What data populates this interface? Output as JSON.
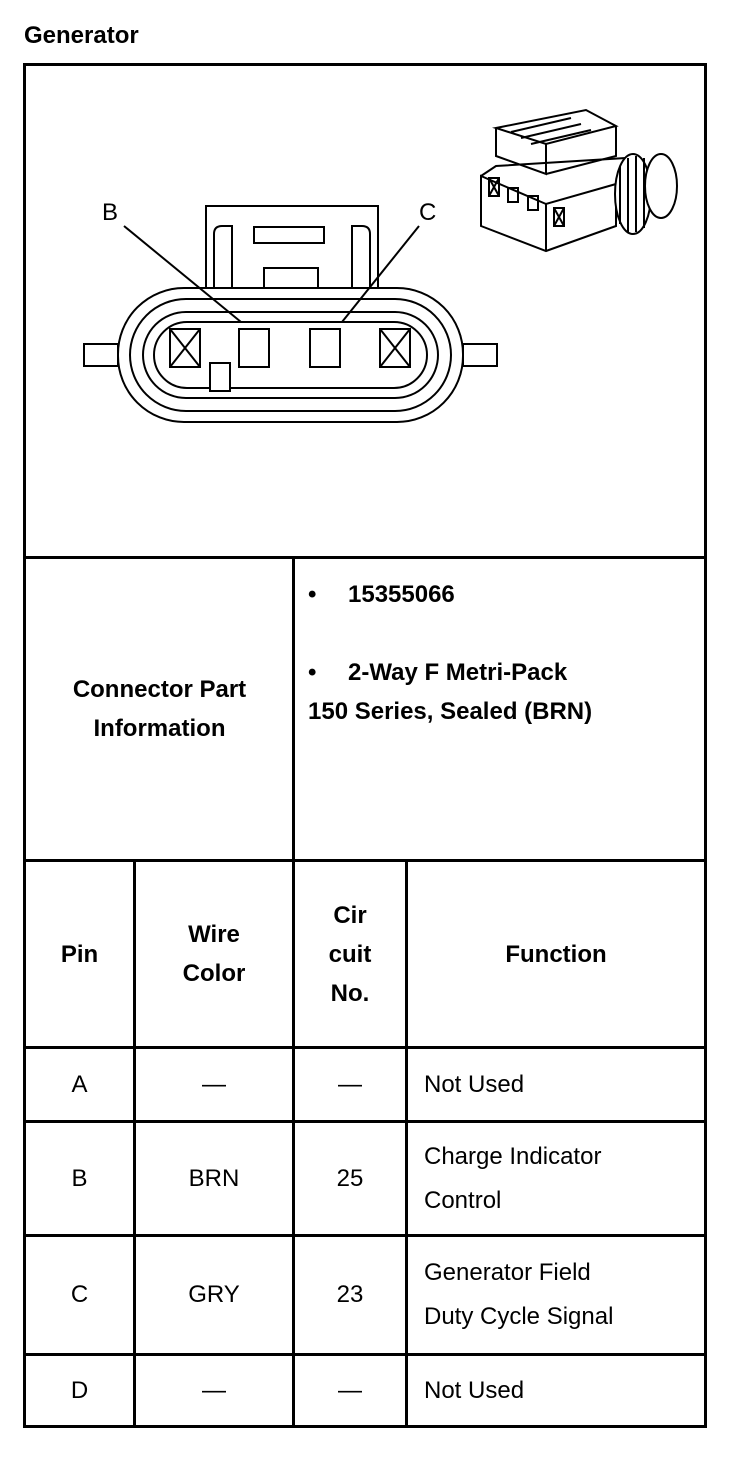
{
  "title": "Generator",
  "diagram": {
    "label_b": "B",
    "label_c": "C"
  },
  "connector": {
    "label": "Connector Part Information",
    "label_line1": "Connector Part",
    "label_line2": "Information",
    "bullet": "•",
    "part_number": "15355066",
    "type_line1": "2-Way F Metri-Pack",
    "type_line2": "150 Series, Sealed (BRN)"
  },
  "table": {
    "headers": {
      "pin": "Pin",
      "wire_color_1": "Wire",
      "wire_color_2": "Color",
      "circuit_1": "Cir",
      "circuit_2": "cuit",
      "circuit_3": "No.",
      "function": "Function"
    },
    "rows": [
      {
        "pin": "A",
        "wire": "—",
        "circuit": "—",
        "function_1": "Not Used",
        "function_2": ""
      },
      {
        "pin": "B",
        "wire": "BRN",
        "circuit": "25",
        "function_1": "Charge Indicator",
        "function_2": "Control"
      },
      {
        "pin": "C",
        "wire": "GRY",
        "circuit": "23",
        "function_1": "Generator Field",
        "function_2": "Duty Cycle Signal"
      },
      {
        "pin": "D",
        "wire": "—",
        "circuit": "—",
        "function_1": "Not Used",
        "function_2": ""
      }
    ]
  }
}
